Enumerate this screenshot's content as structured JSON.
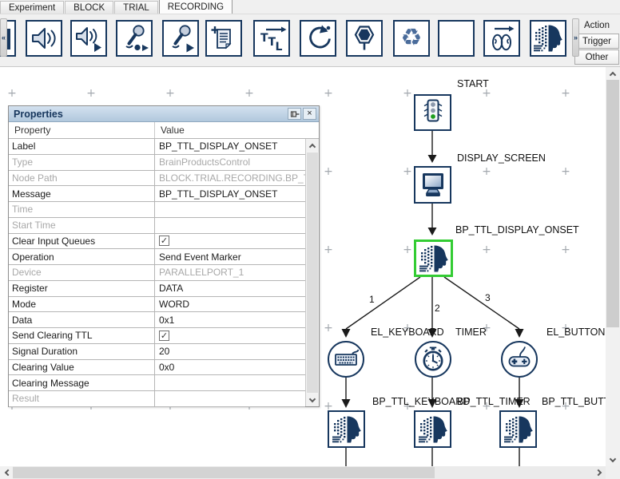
{
  "tabs": [
    {
      "label": "Experiment",
      "active": false
    },
    {
      "label": "BLOCK",
      "active": false
    },
    {
      "label": "TRIAL",
      "active": false
    },
    {
      "label": "RECORDING",
      "active": true
    }
  ],
  "toolbar": {
    "scroll_left_glyph": "«",
    "scroll_right_glyph": "»",
    "recycle_glyph": "♻",
    "icons": [
      "clipped-icon",
      "speaker-icon",
      "speaker-play-icon",
      "mic-record-icon",
      "mic-play-icon",
      "add-note-icon",
      "ttl-marker-icon",
      "reset-loop-icon",
      "stop-sign-icon",
      "recycle-icon",
      "blank-icon",
      "brain-transfer-icon",
      "brainproducts-icon"
    ]
  },
  "side_tabs": {
    "action": "Action",
    "trigger": "Trigger",
    "other": "Other"
  },
  "properties_panel": {
    "title": "Properties",
    "close_glyph": "×",
    "check_glyph": "✓",
    "columns": [
      "Property",
      "Value"
    ],
    "rows": [
      {
        "label": "Label",
        "value": "BP_TTL_DISPLAY_ONSET"
      },
      {
        "label": "Type",
        "value": "BrainProductsControl",
        "muted": true
      },
      {
        "label": "Node Path",
        "value": "BLOCK.TRIAL.RECORDING.BP_TTL_...",
        "muted": true
      },
      {
        "label": "Message",
        "value": "BP_TTL_DISPLAY_ONSET"
      },
      {
        "label": "Time",
        "value": "",
        "muted": true
      },
      {
        "label": "Start Time",
        "value": "",
        "muted": true
      },
      {
        "label": "Clear Input Queues",
        "checkbox": true,
        "checked": true
      },
      {
        "label": "Operation",
        "value": "Send Event Marker"
      },
      {
        "label": "Device",
        "value": "PARALLELPORT_1",
        "muted": true
      },
      {
        "label": "Register",
        "value": "DATA"
      },
      {
        "label": "Mode",
        "value": "WORD"
      },
      {
        "label": "Data",
        "value": "0x1"
      },
      {
        "label": "Send Clearing TTL",
        "checkbox": true,
        "checked": true
      },
      {
        "label": "Signal Duration",
        "value": "20"
      },
      {
        "label": "Clearing Value",
        "value": "0x0"
      },
      {
        "label": "Clearing Message",
        "value": ""
      },
      {
        "label": "Result",
        "value": "",
        "muted": true
      }
    ]
  },
  "canvas": {
    "grid_mark": "+",
    "node_labels": {
      "start": "START",
      "display_screen": "DISPLAY_SCREEN",
      "bp_ttl_display_onset": "BP_TTL_DISPLAY_ONSET",
      "el_keyboard": "EL_KEYBOARD",
      "timer": "TIMER",
      "el_button": "EL_BUTTON",
      "bp_ttl_keyboard": "BP_TTL_KEYBOARD",
      "bp_ttl_timer": "BP_TTL_TIMER",
      "bp_ttl_button": "BP_TTL_BUTTON"
    },
    "branch_labels": [
      "1",
      "2",
      "3"
    ]
  },
  "colors": {
    "accent_navy": "#17375E",
    "selection_green": "#33CC33"
  }
}
